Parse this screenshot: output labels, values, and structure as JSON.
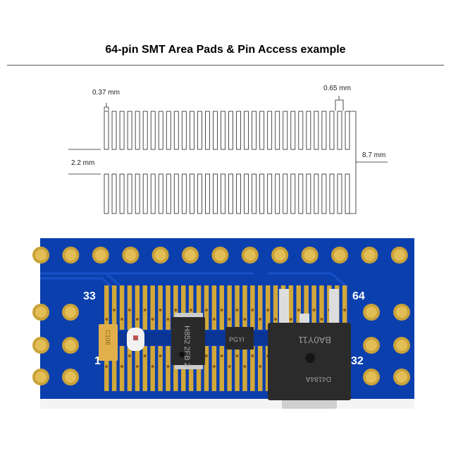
{
  "title": "64-pin SMT Area Pads & Pin Access example",
  "diagram": {
    "pads_per_row": 32,
    "rows": 2,
    "pad_width_label": "0.37 mm",
    "pitch_label": "0.65 mm",
    "row_gap_label": "2.2 mm",
    "total_height_label": "8.7 mm"
  },
  "photo": {
    "pin_labels": {
      "top_left": "33",
      "top_right": "64",
      "bottom_left": "1",
      "bottom_right": "32"
    },
    "component_markings": {
      "capacitor": "C106",
      "ic": "H852 2FB 2",
      "sot": "PGYI",
      "regulator_top": "BA0Y11",
      "regulator_bottom": "D4184A"
    },
    "colors": {
      "board": "#0b3fae",
      "gold": "#d2a83a",
      "chip": "#2a2a2a"
    }
  }
}
